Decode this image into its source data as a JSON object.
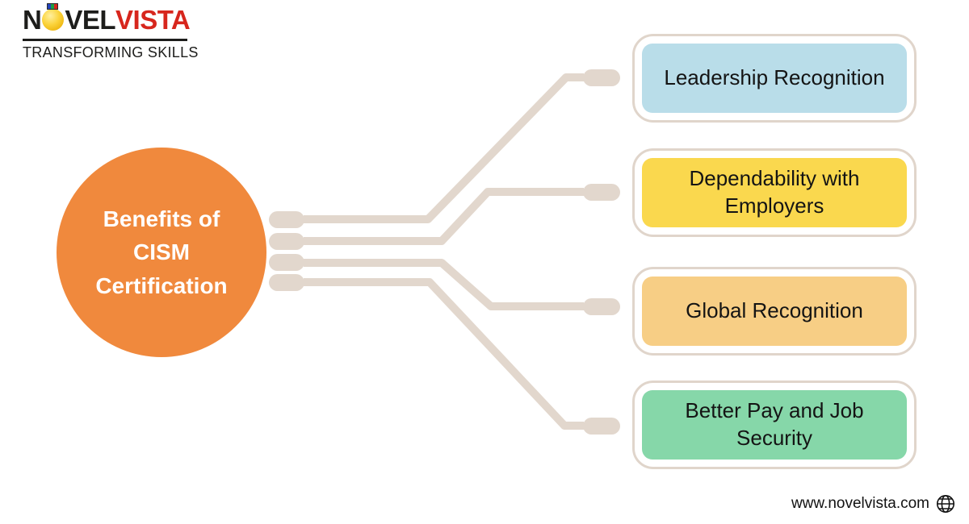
{
  "logo": {
    "wordmark_left": "N",
    "wordmark_mid": "VEL",
    "wordmark_right": "VISTA",
    "tagline": "TRANSFORMING SKILLS",
    "medal_icon": "gold-ball-medal-icon"
  },
  "center": {
    "title": "Benefits of CISM Certification",
    "lines": [
      "Benefits of",
      "CISM",
      "Certification"
    ]
  },
  "benefits": [
    {
      "label": "Leadership Recognition",
      "color": "#b9dde9"
    },
    {
      "label": "Dependability with Employers",
      "color": "#fad84e"
    },
    {
      "label": "Global Recognition",
      "color": "#f7ce85"
    },
    {
      "label": "Better Pay and Job Security",
      "color": "#86d7a9"
    }
  ],
  "footer": {
    "website": "www.novelvista.com",
    "globe_icon": "globe-icon"
  },
  "colors": {
    "circle": "#f0893d",
    "connector": "#e2d7cd",
    "card_border": "#e0d5cb",
    "logo_red": "#d7261d",
    "logo_dark": "#1d1d1b"
  }
}
